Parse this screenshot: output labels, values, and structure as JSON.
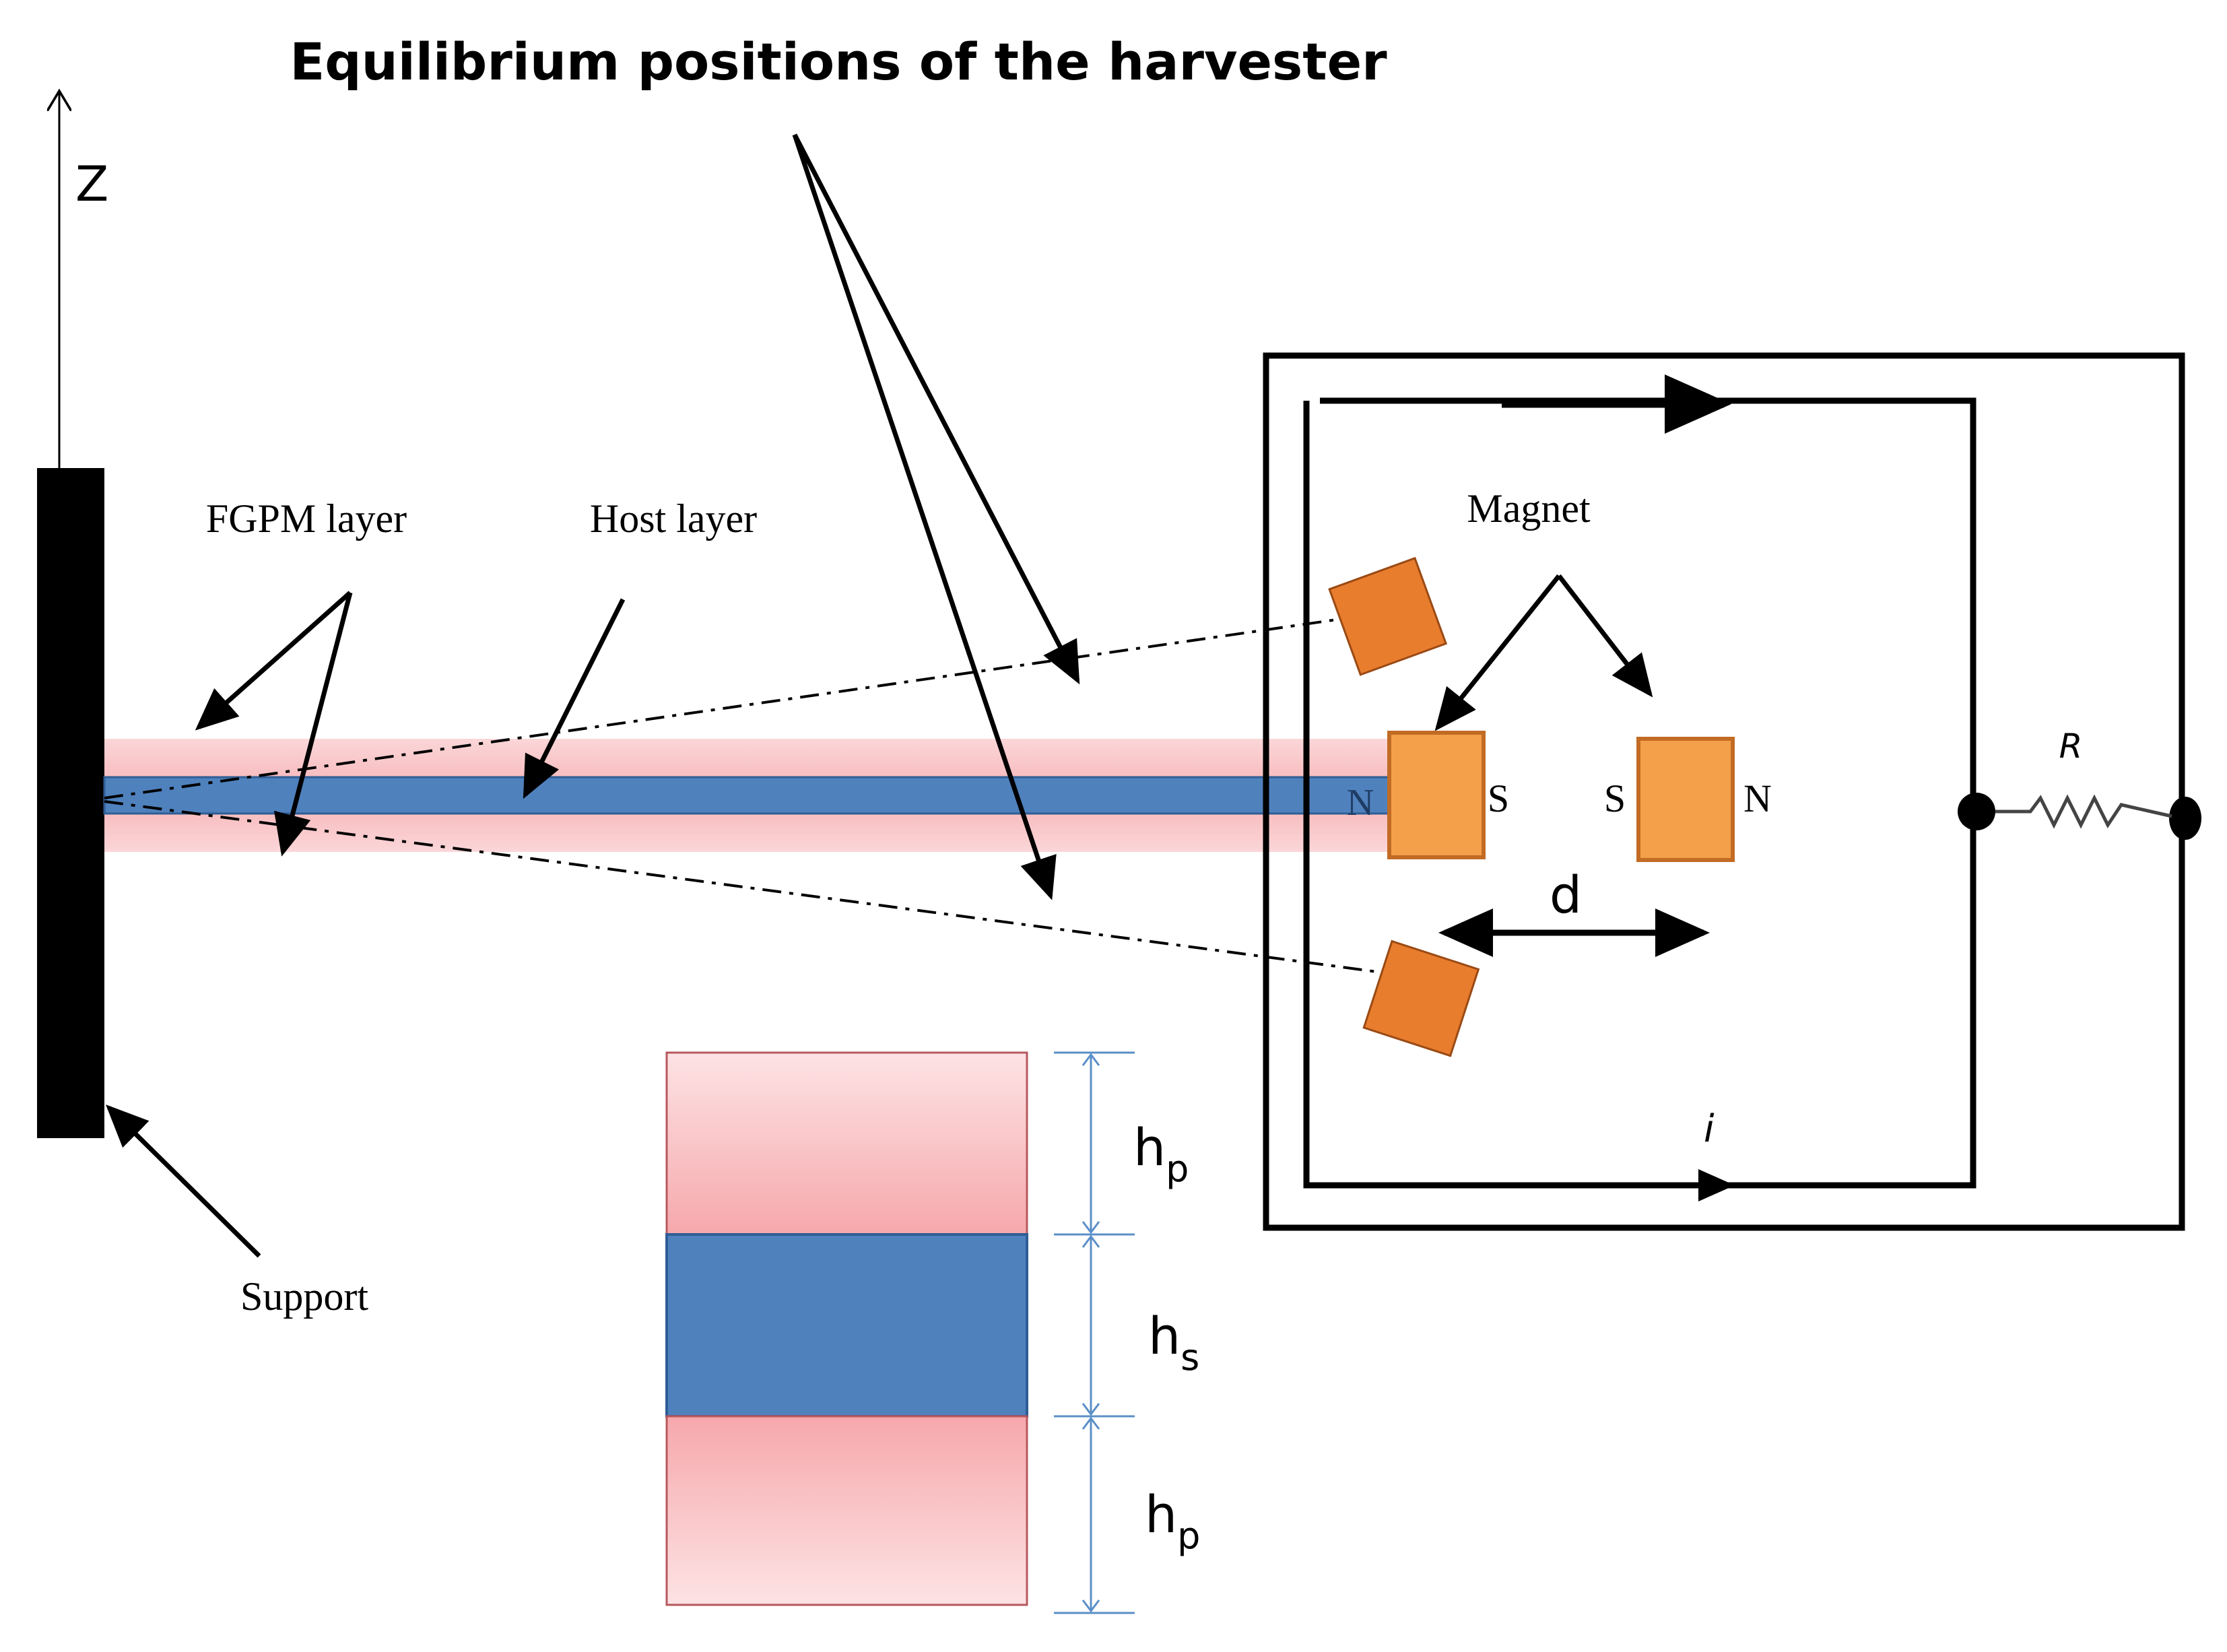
{
  "title": "Equilibrium positions of the harvester",
  "axis": {
    "z_label": "Z"
  },
  "labels": {
    "fgpm_layer": "FGPM layer",
    "host_layer": "Host layer",
    "support": "Support",
    "magnet": "Magnet",
    "distance": "d",
    "resistor": "R",
    "current": "i"
  },
  "poles": {
    "tip_magnet_left": "N",
    "tip_magnet_right": "S",
    "fixed_magnet_left": "S",
    "fixed_magnet_right": "N"
  },
  "thickness": {
    "top_base": "h",
    "top_sub": "p",
    "mid_base": "h",
    "mid_sub": "s",
    "bot_base": "h",
    "bot_sub": "p"
  },
  "colors": {
    "fgpm_layer": "#f6b3b6",
    "host_layer": "#4f81bd",
    "magnet_main": "#f4a04a",
    "magnet_tilted": "#e87d2e",
    "dimension_line": "#5b8fc7",
    "support": "#000000"
  },
  "icons": [
    "arrow-icon",
    "resistor-icon",
    "terminal-icon"
  ]
}
